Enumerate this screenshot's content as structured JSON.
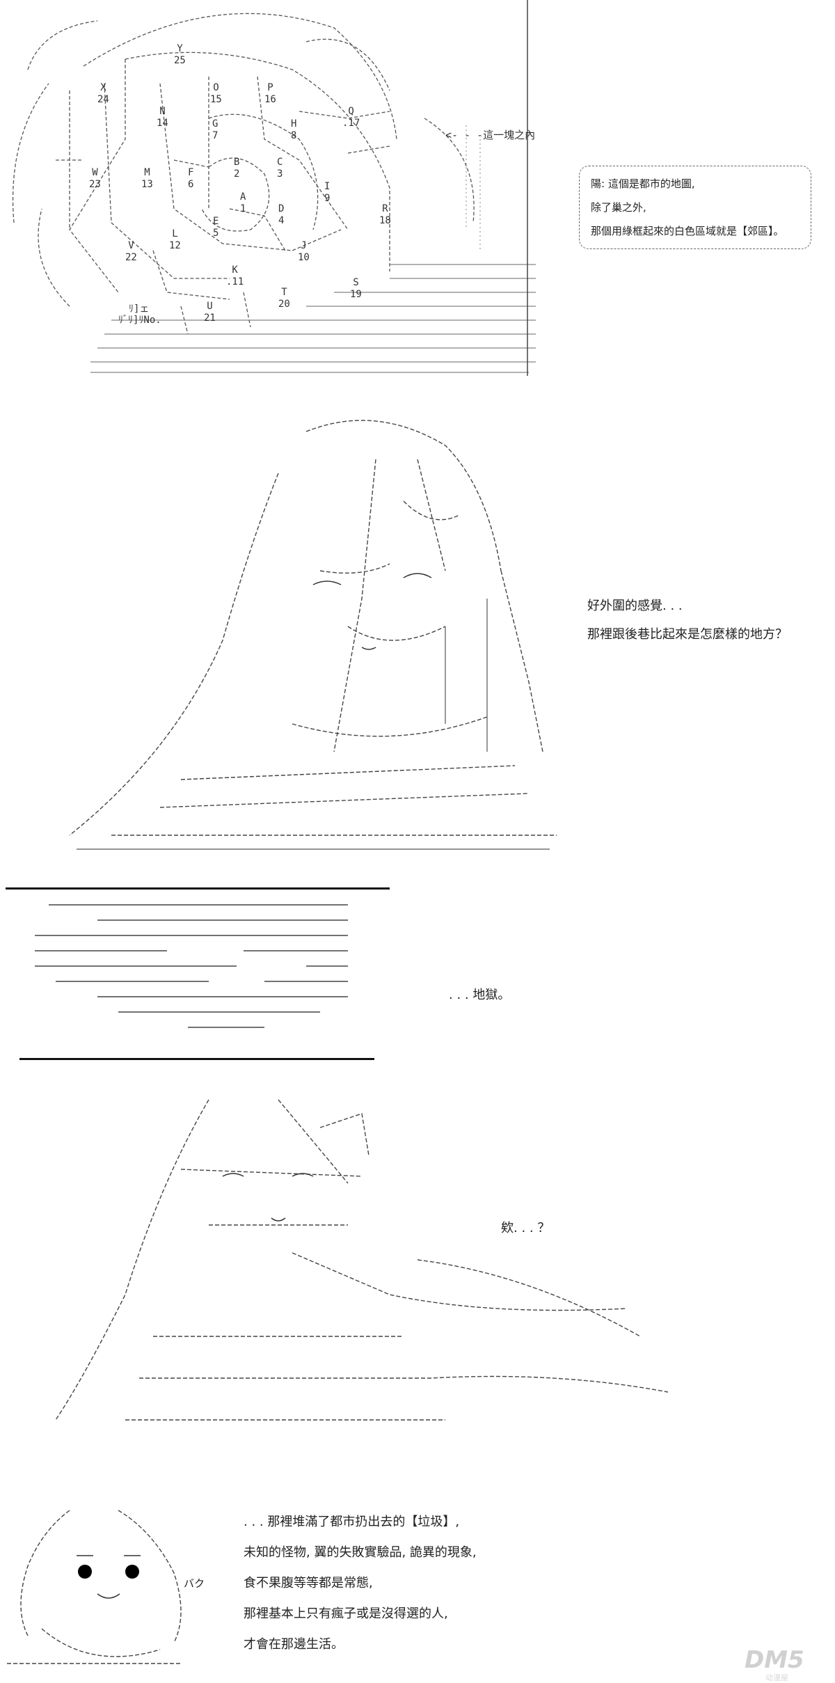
{
  "map": {
    "regions": [
      {
        "letter": "Y",
        "number": "25"
      },
      {
        "letter": "X",
        "number": "24"
      },
      {
        "letter": "O",
        "number": "15"
      },
      {
        "letter": "P",
        "number": "16"
      },
      {
        "letter": "N",
        "number": "14"
      },
      {
        "letter": "G",
        "number": "7"
      },
      {
        "letter": "H",
        "number": "8"
      },
      {
        "letter": "Q",
        "number": ".17"
      },
      {
        "letter": "W",
        "number": "23"
      },
      {
        "letter": "M",
        "number": "13"
      },
      {
        "letter": "F",
        "number": "6"
      },
      {
        "letter": "B",
        "number": "2"
      },
      {
        "letter": "C",
        "number": "3"
      },
      {
        "letter": "I",
        "number": "9"
      },
      {
        "letter": "A",
        "number": "1"
      },
      {
        "letter": "E",
        "number": "5"
      },
      {
        "letter": "D",
        "number": "4"
      },
      {
        "letter": "R",
        "number": "18"
      },
      {
        "letter": "V",
        "number": "22"
      },
      {
        "letter": "L",
        "number": "12"
      },
      {
        "letter": "J",
        "number": "10"
      },
      {
        "letter": "K",
        "number": ".11"
      },
      {
        "letter": "S",
        "number": "19"
      },
      {
        "letter": "T",
        "number": "20"
      },
      {
        "letter": "U",
        "number": "21"
      }
    ],
    "arrow_label": "<- - -這一塊之內",
    "ward_tag": "ﾘ]ェ",
    "ward_tag2": "ﾘﾞﾘ]ﾘNo."
  },
  "bubble": {
    "lines": [
      "陽: 這個是都市的地圖,",
      "除了巢之外,",
      "那個用綠框起來的白色區域就是【郊區】。"
    ]
  },
  "panel2": {
    "line1": "好外圍的感覺. . .",
    "line2": "那裡跟後巷比起來是怎麼樣的地方？"
  },
  "panel3": {
    "text": ". . . 地獄。"
  },
  "panel4": {
    "text": "欸. . . ？"
  },
  "panel5": {
    "sfx": "バク",
    "lines": [
      ". . . 那裡堆滿了都市扔出去的【垃圾】,",
      "未知的怪物, 翼的失敗實驗品, 詭異的現象,",
      "食不果腹等等都是常態,",
      "那裡基本上只有瘋子或是沒得選的人,",
      "才會在那邊生活。"
    ]
  },
  "watermark": "DM5",
  "watermark_small": "动漫屋"
}
